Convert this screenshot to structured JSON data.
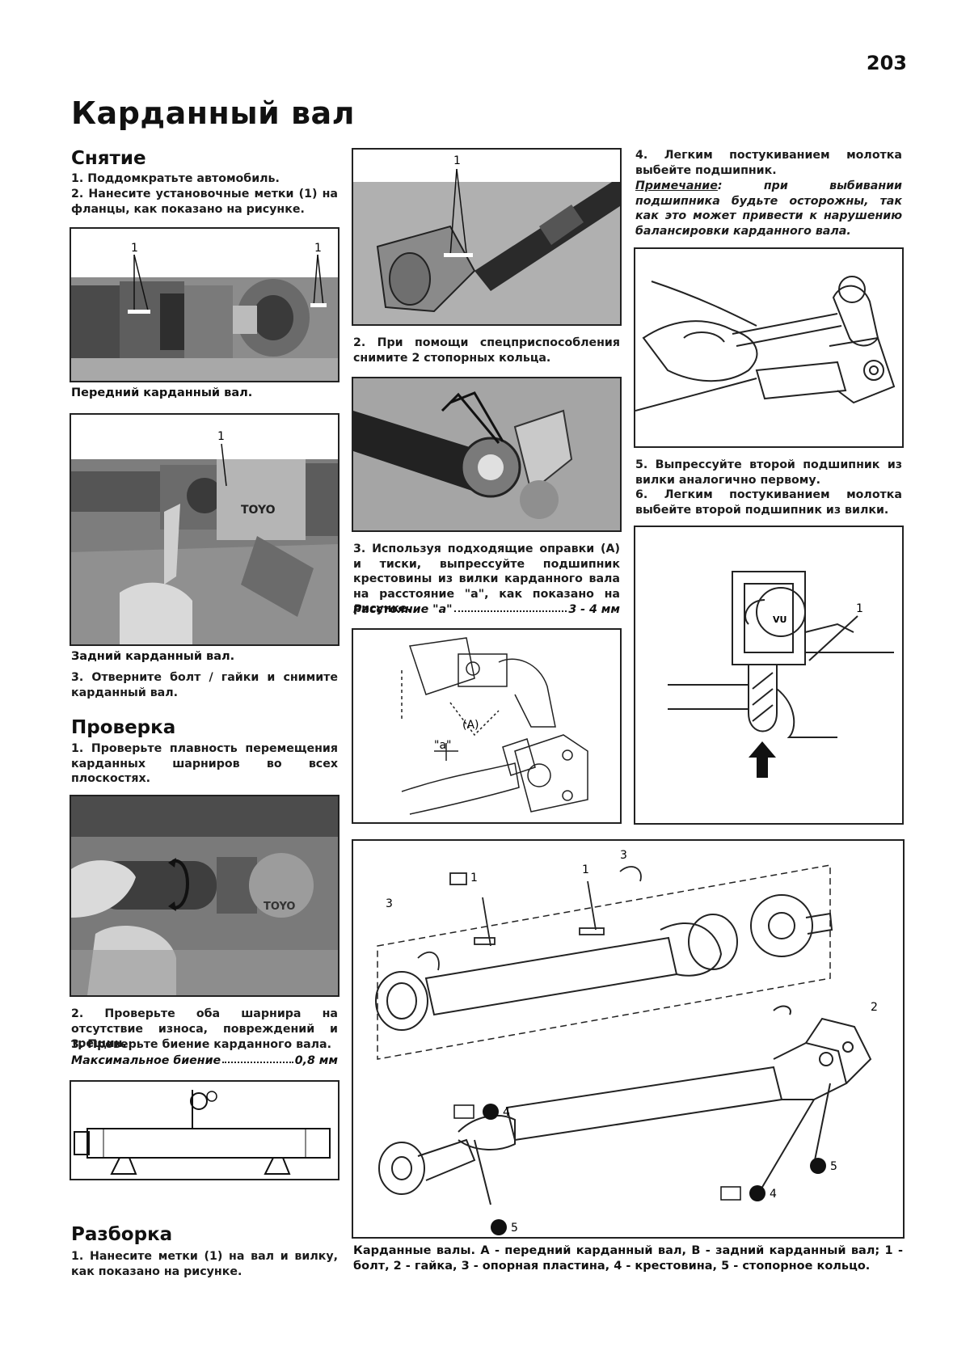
{
  "page_number": "203",
  "title": "Карданный вал",
  "removal": {
    "heading": "Снятие",
    "step1": "1. Поддомкратьте автомобиль.",
    "step2": "2. Нанесите установочные метки (1) на фланцы, как показано на рисунке.",
    "fig_front_caption": "Передний карданный вал.",
    "fig_rear_caption": "Задний карданный вал.",
    "step3": "3. Отверните болт / гайки и снимите карданный вал."
  },
  "inspection": {
    "heading": "Проверка",
    "step1": "1. Проверьте плавность перемещения карданных шарниров во всех плоскостях.",
    "step2": "2. Проверьте оба шарнира на отсутствие износа, повреждений и трещин.",
    "step3": "3. Проверьте биение карданного вала.",
    "spec_label": "Максимальное биение",
    "spec_value": "0,8 мм"
  },
  "disassembly": {
    "heading": "Разборка",
    "step1": "1. Нанесите метки (1) на вал и вилку, как показано на рисунке.",
    "step2": "2. При помощи спецприспособления снимите 2 стопорных кольца.",
    "step3": "3. Используя подходящие оправки (A) и тиски, выпрессуйте подшипник крестовины из вилки карданного вала на расстояние \"a\", как показано на рисунке.",
    "spec_label": "Расстояние \"a\"",
    "spec_value": "3 - 4 мм",
    "step4": "4. Легким постукиванием молотка выбейте подшипник.",
    "note_label": "Примечание",
    "note_text": ": при выбивании подшипника будьте осторожны, так как это может привести к нарушению балансировки карданного вала.",
    "step5": "5. Выпрессуйте второй подшипник из вилки аналогично первому.",
    "step6": "6. Легким постукиванием молотка выбейте второй подшипник из вилки."
  },
  "figure_labels": {
    "one": "1",
    "two": "2",
    "three": "3",
    "four": "4",
    "five": "5",
    "A": "(A)",
    "a": "\"a\"",
    "photo_text": "TOYO",
    "vu": "VU"
  },
  "exploded_caption": "Карданные валы. А - передний карданный вал, В - задний карданный вал; 1 - болт, 2 - гайка, 3 - опорная пластина, 4 - крестовина, 5 - стопорное кольцо."
}
